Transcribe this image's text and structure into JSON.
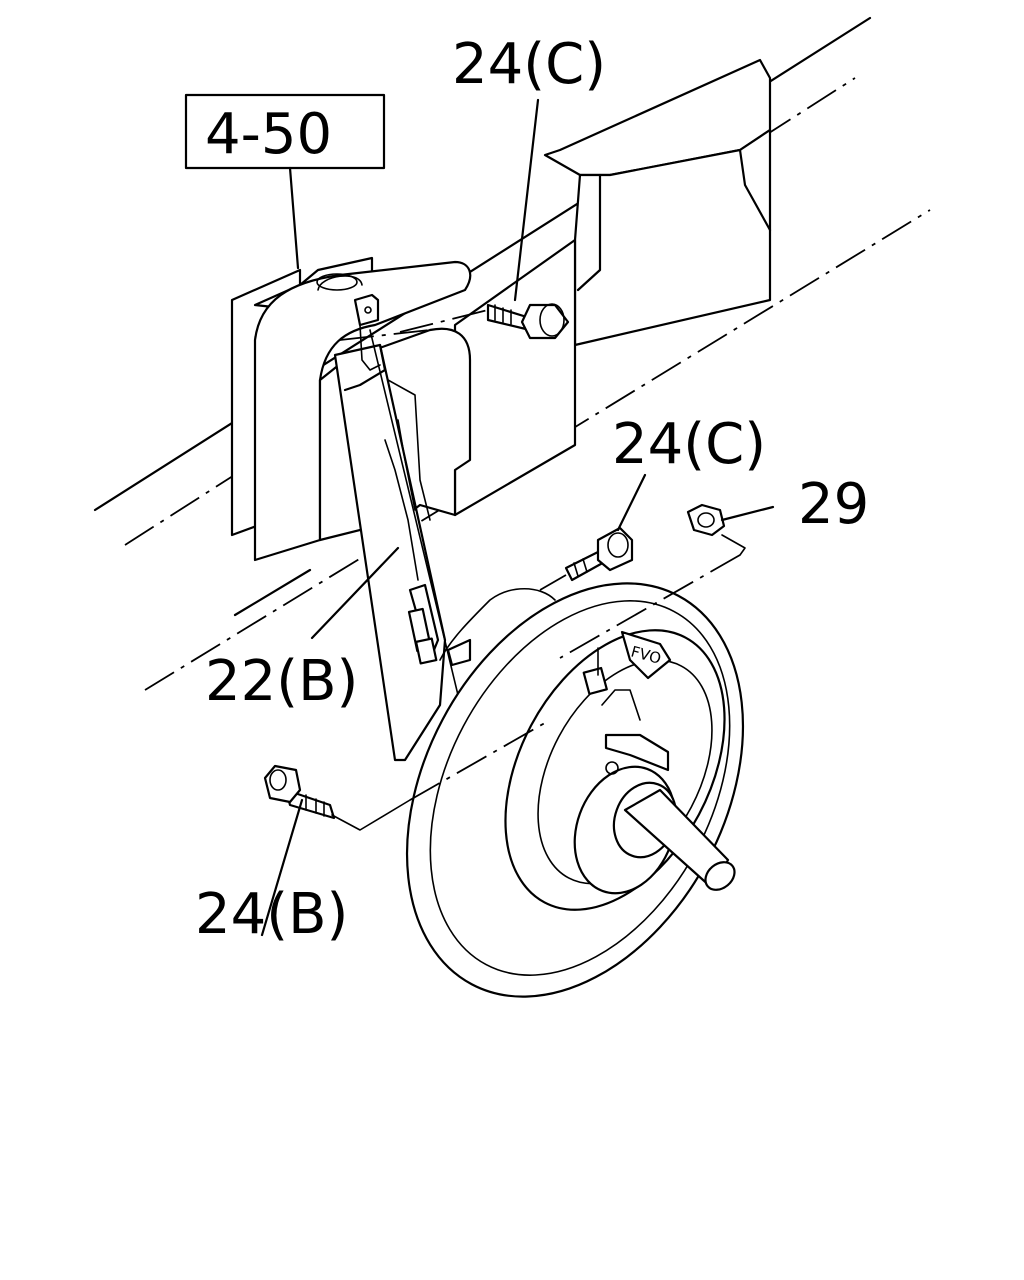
{
  "callouts": {
    "ref_box": "4-50",
    "bolt_top": "24(C)",
    "bolt_mid": "24(C)",
    "nut": "29",
    "hose": "22(B)",
    "bolt_bottom": "24(B)"
  },
  "marking": "FVO"
}
